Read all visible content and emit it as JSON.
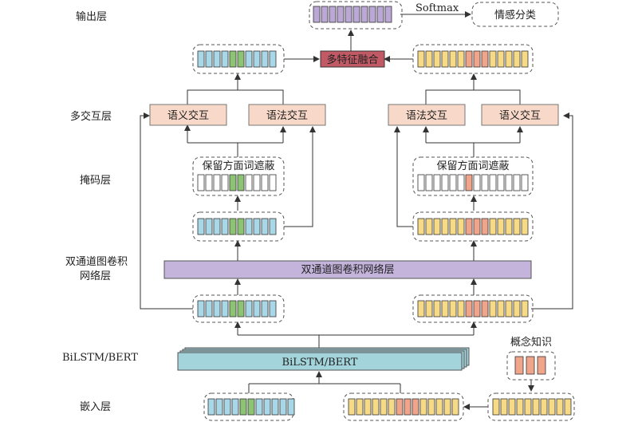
{
  "layers": {
    "output": "输出层",
    "interaction": "多交互层",
    "mask": "掩码层",
    "gcn_line1": "双通道图卷积",
    "gcn_line2": "网络层",
    "encoder": "BiLSTM/BERT",
    "embedding": "嵌入层"
  },
  "top": {
    "softmax": "Softmax",
    "sentiment": "情感分类",
    "fusion": "多特征融合"
  },
  "interaction": {
    "semantic_left": "语义交互",
    "syntax_left": "语法交互",
    "syntax_right": "语法交互",
    "semantic_right": "语义交互"
  },
  "mask": {
    "left": "保留方面词遮蔽",
    "right": "保留方面词遮蔽"
  },
  "gcn_bar": "双通道图卷积网络层",
  "encoder_bar": "BiLSTM/BERT",
  "concept_knowledge": "概念知识",
  "colors": {
    "blue": "#a8d8e8",
    "green": "#8cc474",
    "yellow": "#f6da86",
    "salmon": "#f0a48a",
    "purple": "#bba8d6",
    "pink": "#f8d8c8",
    "fusion": "#c25a66",
    "teal": "#a3d4dc",
    "gcn": "#c4b4dc"
  }
}
